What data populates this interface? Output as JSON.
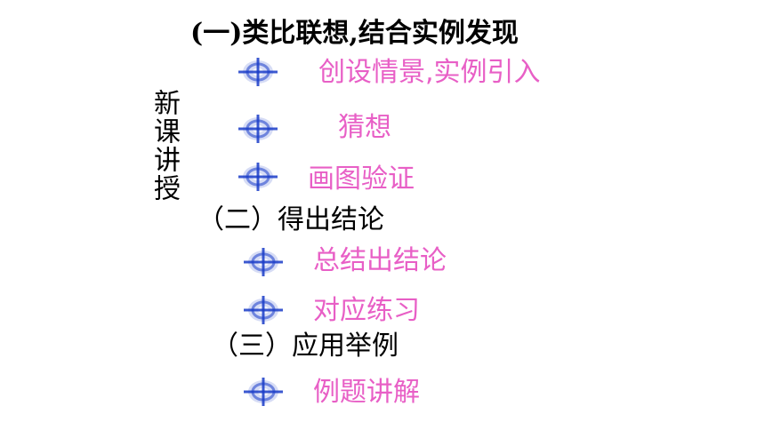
{
  "side_title": "新课讲授",
  "sections": [
    {
      "heading": "(一)类比联想,结合实例发现",
      "items": [
        "创设情景,实例引入",
        "猜想",
        "画图验证"
      ]
    },
    {
      "heading": "（二）得出结论",
      "items": [
        "总结出结论",
        "对应练习"
      ]
    },
    {
      "heading": "（三）应用举例",
      "items": [
        "例题讲解"
      ]
    }
  ],
  "colors": {
    "heading": "#000000",
    "item": "#e85fc6",
    "bullet": "#1a3cc8"
  },
  "bullet_icon": "crosshair-diamond-icon"
}
